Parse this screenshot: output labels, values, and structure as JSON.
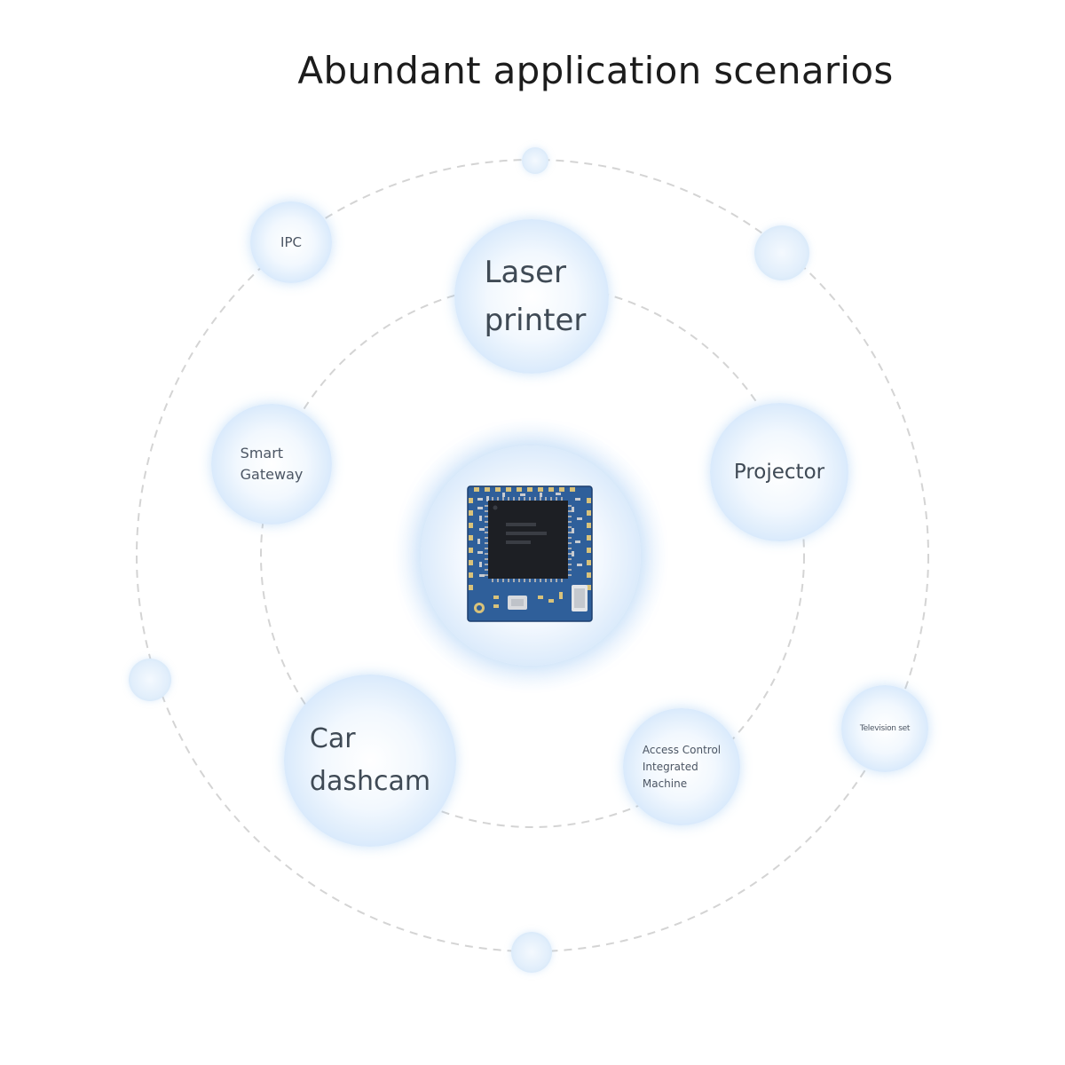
{
  "title": "Abundant application scenarios",
  "bubbles": {
    "ipc": "IPC",
    "laser_printer": "Laser\nprinter",
    "smart_gateway": "Smart\nGateway",
    "projector": "Projector",
    "car_dashcam": "Car\ndashcam",
    "access_control": "Access Control\nIntegrated\nMachine",
    "television_set": "Television set"
  },
  "colors": {
    "bubble_edge": "#a9cff3",
    "bubble_text": "#4b5563",
    "orbit_line": "#d4d4d4",
    "pcb_blue": "#2f5f9a",
    "chip_black": "#1d1f24"
  }
}
